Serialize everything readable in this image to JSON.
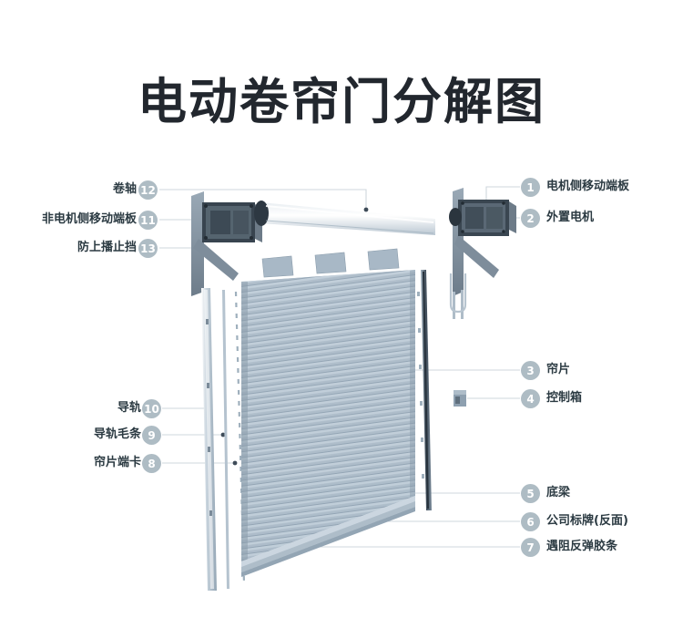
{
  "title": "电动卷帘门分解图",
  "colors": {
    "title": "#22272e",
    "badge_bg": "#aebcc4",
    "badge_text": "#ffffff",
    "leader_line": "#c9d2d8",
    "slat_light": "#c3ced8",
    "slat_dark": "#8fa2b2",
    "metal_dark": "#414f5c",
    "rail": "#b8c6d2",
    "background": "#ffffff"
  },
  "labels": {
    "left": [
      {
        "num": "12",
        "text": "卷轴"
      },
      {
        "num": "11",
        "text": "非电机侧移动端板"
      },
      {
        "num": "13",
        "text": "防上播止挡"
      },
      {
        "num": "10",
        "text": "导轨"
      },
      {
        "num": "9",
        "text": "导轨毛条"
      },
      {
        "num": "8",
        "text": "帘片端卡"
      }
    ],
    "right": [
      {
        "num": "1",
        "text": "电机侧移动端板"
      },
      {
        "num": "2",
        "text": "外置电机"
      },
      {
        "num": "3",
        "text": "帘片"
      },
      {
        "num": "4",
        "text": "控制箱"
      },
      {
        "num": "5",
        "text": "底梁"
      },
      {
        "num": "6",
        "text": "公司标牌(反面)"
      },
      {
        "num": "7",
        "text": "遇阻反弹胶条"
      }
    ]
  }
}
